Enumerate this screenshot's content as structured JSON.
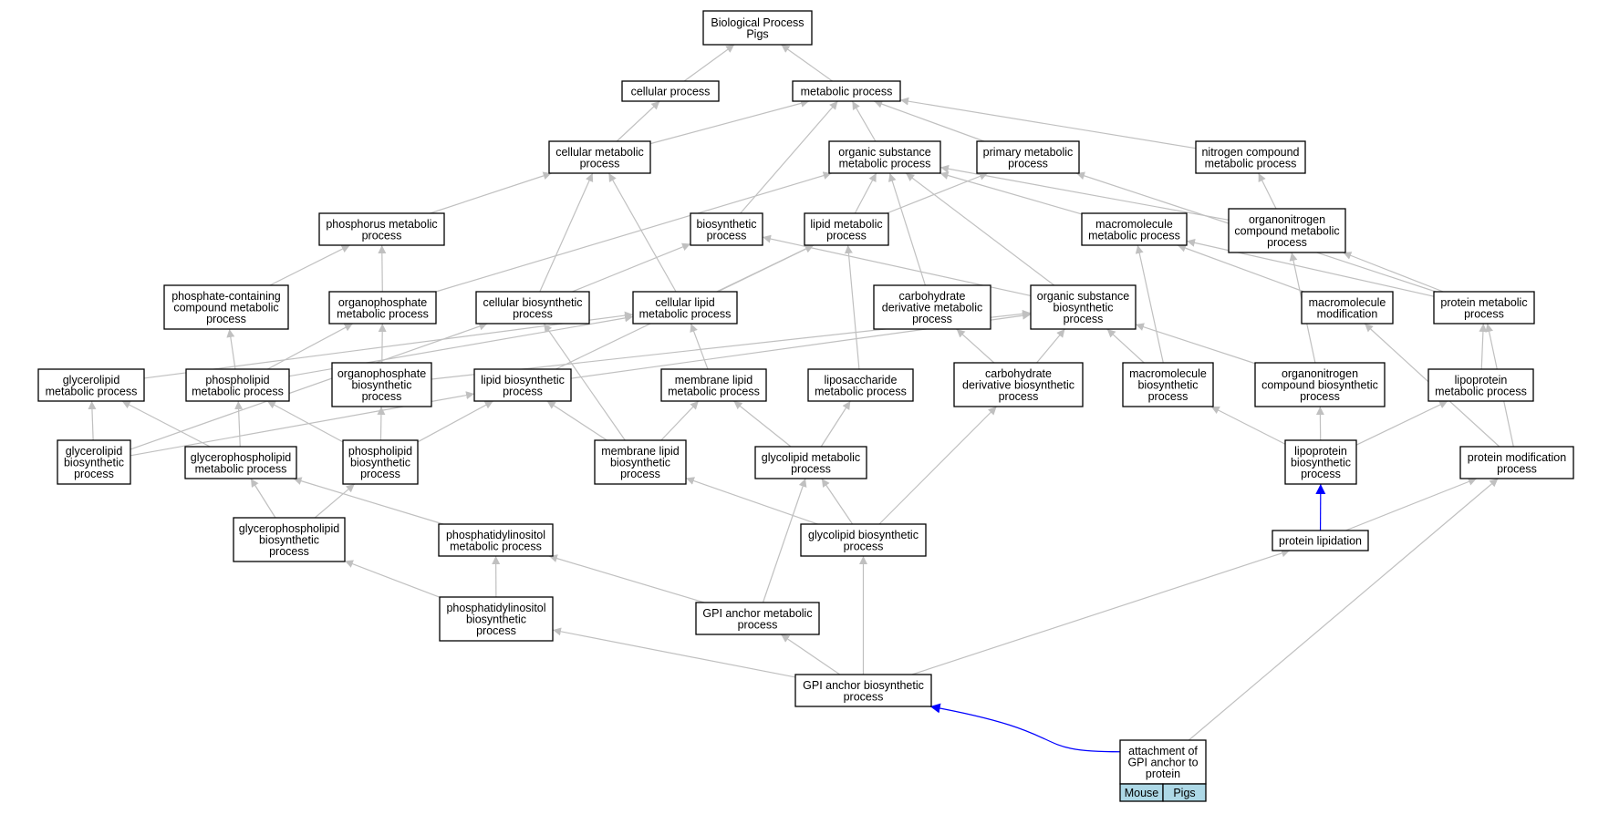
{
  "colors": {
    "edge": "#c0c0c0",
    "highlight": "#0000ff",
    "legend_fill": "#add8e6"
  },
  "nodes": [
    {
      "id": "bp",
      "lines": [
        "Biological Process",
        "Pigs"
      ]
    },
    {
      "id": "cp",
      "lines": [
        "cellular process"
      ]
    },
    {
      "id": "mp",
      "lines": [
        "metabolic process"
      ]
    },
    {
      "id": "cmp",
      "lines": [
        "cellular metabolic",
        "process"
      ]
    },
    {
      "id": "osmp",
      "lines": [
        "organic substance",
        "metabolic process"
      ]
    },
    {
      "id": "pmp",
      "lines": [
        "primary metabolic",
        "process"
      ]
    },
    {
      "id": "ncmp",
      "lines": [
        "nitrogen compound",
        "metabolic process"
      ]
    },
    {
      "id": "phmp",
      "lines": [
        "phosphorus metabolic",
        "process"
      ]
    },
    {
      "id": "bsp",
      "lines": [
        "biosynthetic",
        "process"
      ]
    },
    {
      "id": "lmp",
      "lines": [
        "lipid metabolic",
        "process"
      ]
    },
    {
      "id": "mmp",
      "lines": [
        "macromolecule",
        "metabolic process"
      ]
    },
    {
      "id": "oncmp",
      "lines": [
        "organonitrogen",
        "compound metabolic",
        "process"
      ]
    },
    {
      "id": "pccmp",
      "lines": [
        "phosphate-containing",
        "compound metabolic",
        "process"
      ]
    },
    {
      "id": "opmp",
      "lines": [
        "organophosphate",
        "metabolic process"
      ]
    },
    {
      "id": "cbp",
      "lines": [
        "cellular biosynthetic",
        "process"
      ]
    },
    {
      "id": "clmp",
      "lines": [
        "cellular lipid",
        "metabolic process"
      ]
    },
    {
      "id": "cdmp",
      "lines": [
        "carbohydrate",
        "derivative metabolic",
        "process"
      ]
    },
    {
      "id": "osbp",
      "lines": [
        "organic substance",
        "biosynthetic",
        "process"
      ]
    },
    {
      "id": "mm",
      "lines": [
        "macromolecule",
        "modification"
      ]
    },
    {
      "id": "prmp",
      "lines": [
        "protein metabolic",
        "process"
      ]
    },
    {
      "id": "glmp",
      "lines": [
        "glycerolipid",
        "metabolic process"
      ]
    },
    {
      "id": "plmp",
      "lines": [
        "phospholipid",
        "metabolic process"
      ]
    },
    {
      "id": "opbp",
      "lines": [
        "organophosphate",
        "biosynthetic",
        "process"
      ]
    },
    {
      "id": "lbp",
      "lines": [
        "lipid biosynthetic",
        "process"
      ]
    },
    {
      "id": "mlmp",
      "lines": [
        "membrane lipid",
        "metabolic process"
      ]
    },
    {
      "id": "lsmp",
      "lines": [
        "liposaccharide",
        "metabolic process"
      ]
    },
    {
      "id": "cdbp",
      "lines": [
        "carbohydrate",
        "derivative biosynthetic",
        "process"
      ]
    },
    {
      "id": "mbp",
      "lines": [
        "macromolecule",
        "biosynthetic",
        "process"
      ]
    },
    {
      "id": "oncbp",
      "lines": [
        "organonitrogen",
        "compound biosynthetic",
        "process"
      ]
    },
    {
      "id": "lpmp",
      "lines": [
        "lipoprotein",
        "metabolic process"
      ]
    },
    {
      "id": "glbp",
      "lines": [
        "glycerolipid",
        "biosynthetic",
        "process"
      ]
    },
    {
      "id": "gpmp",
      "lines": [
        "glycerophospholipid",
        "metabolic process"
      ]
    },
    {
      "id": "plbp",
      "lines": [
        "phospholipid",
        "biosynthetic",
        "process"
      ]
    },
    {
      "id": "mlbp",
      "lines": [
        "membrane lipid",
        "biosynthetic",
        "process"
      ]
    },
    {
      "id": "gcmp",
      "lines": [
        "glycolipid metabolic",
        "process"
      ]
    },
    {
      "id": "lpbp",
      "lines": [
        "lipoprotein",
        "biosynthetic",
        "process"
      ]
    },
    {
      "id": "pmod",
      "lines": [
        "protein modification",
        "process"
      ]
    },
    {
      "id": "gpbp",
      "lines": [
        "glycerophospholipid",
        "biosynthetic",
        "process"
      ]
    },
    {
      "id": "pimp",
      "lines": [
        "phosphatidylinositol",
        "metabolic process"
      ]
    },
    {
      "id": "gcbp",
      "lines": [
        "glycolipid biosynthetic",
        "process"
      ]
    },
    {
      "id": "plip",
      "lines": [
        "protein lipidation"
      ]
    },
    {
      "id": "pibp",
      "lines": [
        "phosphatidylinositol",
        "biosynthetic",
        "process"
      ]
    },
    {
      "id": "gpiamp",
      "lines": [
        "GPI anchor metabolic",
        "process"
      ]
    },
    {
      "id": "gpiabp",
      "lines": [
        "GPI anchor biosynthetic",
        "process"
      ]
    },
    {
      "id": "attach",
      "lines": [
        "attachment of",
        "GPI anchor to",
        "protein"
      ]
    }
  ],
  "edges": [
    {
      "from": "cp",
      "to": "bp"
    },
    {
      "from": "mp",
      "to": "bp"
    },
    {
      "from": "cmp",
      "to": "cp"
    },
    {
      "from": "cmp",
      "to": "mp"
    },
    {
      "from": "osmp",
      "to": "mp"
    },
    {
      "from": "pmp",
      "to": "mp"
    },
    {
      "from": "ncmp",
      "to": "mp"
    },
    {
      "from": "phmp",
      "to": "cmp"
    },
    {
      "from": "bsp",
      "to": "mp"
    },
    {
      "from": "lmp",
      "to": "osmp"
    },
    {
      "from": "lmp",
      "to": "pmp"
    },
    {
      "from": "mmp",
      "to": "osmp"
    },
    {
      "from": "oncmp",
      "to": "osmp"
    },
    {
      "from": "oncmp",
      "to": "ncmp"
    },
    {
      "from": "pccmp",
      "to": "phmp"
    },
    {
      "from": "opmp",
      "to": "phmp"
    },
    {
      "from": "opmp",
      "to": "osmp"
    },
    {
      "from": "cbp",
      "to": "cmp"
    },
    {
      "from": "cbp",
      "to": "bsp"
    },
    {
      "from": "clmp",
      "to": "cmp"
    },
    {
      "from": "clmp",
      "to": "lmp"
    },
    {
      "from": "cdmp",
      "to": "osmp"
    },
    {
      "from": "osbp",
      "to": "osmp"
    },
    {
      "from": "osbp",
      "to": "bsp"
    },
    {
      "from": "mm",
      "to": "mmp"
    },
    {
      "from": "prmp",
      "to": "pmp"
    },
    {
      "from": "prmp",
      "to": "mmp"
    },
    {
      "from": "prmp",
      "to": "oncmp"
    },
    {
      "from": "glmp",
      "to": "clmp"
    },
    {
      "from": "plmp",
      "to": "pccmp"
    },
    {
      "from": "plmp",
      "to": "opmp"
    },
    {
      "from": "plmp",
      "to": "clmp"
    },
    {
      "from": "opbp",
      "to": "opmp"
    },
    {
      "from": "opbp",
      "to": "osbp"
    },
    {
      "from": "lbp",
      "to": "lmp"
    },
    {
      "from": "lbp",
      "to": "osbp"
    },
    {
      "from": "mlmp",
      "to": "clmp"
    },
    {
      "from": "lsmp",
      "to": "lmp"
    },
    {
      "from": "cdbp",
      "to": "cdmp"
    },
    {
      "from": "cdbp",
      "to": "osbp"
    },
    {
      "from": "mbp",
      "to": "mmp"
    },
    {
      "from": "mbp",
      "to": "osbp"
    },
    {
      "from": "oncbp",
      "to": "oncmp"
    },
    {
      "from": "oncbp",
      "to": "osbp"
    },
    {
      "from": "lpmp",
      "to": "prmp"
    },
    {
      "from": "glbp",
      "to": "glmp"
    },
    {
      "from": "glbp",
      "to": "lbp"
    },
    {
      "from": "glbp",
      "to": "cbp"
    },
    {
      "from": "gpmp",
      "to": "glmp"
    },
    {
      "from": "gpmp",
      "to": "plmp"
    },
    {
      "from": "plbp",
      "to": "plmp"
    },
    {
      "from": "plbp",
      "to": "opbp"
    },
    {
      "from": "plbp",
      "to": "lbp"
    },
    {
      "from": "mlbp",
      "to": "mlmp"
    },
    {
      "from": "mlbp",
      "to": "lbp"
    },
    {
      "from": "mlbp",
      "to": "cbp"
    },
    {
      "from": "gcmp",
      "to": "mlmp"
    },
    {
      "from": "gcmp",
      "to": "lsmp"
    },
    {
      "from": "lpbp",
      "to": "lpmp"
    },
    {
      "from": "lpbp",
      "to": "mbp"
    },
    {
      "from": "lpbp",
      "to": "oncbp"
    },
    {
      "from": "pmod",
      "to": "mm"
    },
    {
      "from": "pmod",
      "to": "prmp"
    },
    {
      "from": "gpbp",
      "to": "gpmp"
    },
    {
      "from": "gpbp",
      "to": "plbp"
    },
    {
      "from": "pimp",
      "to": "gpmp"
    },
    {
      "from": "gcbp",
      "to": "gcmp"
    },
    {
      "from": "gcbp",
      "to": "mlbp"
    },
    {
      "from": "gcbp",
      "to": "cdbp"
    },
    {
      "from": "plip",
      "to": "lpbp",
      "highlight": true
    },
    {
      "from": "plip",
      "to": "pmod"
    },
    {
      "from": "pibp",
      "to": "pimp"
    },
    {
      "from": "pibp",
      "to": "gpbp"
    },
    {
      "from": "gpiamp",
      "to": "pimp"
    },
    {
      "from": "gpiamp",
      "to": "gcmp"
    },
    {
      "from": "gpiabp",
      "to": "pibp"
    },
    {
      "from": "gpiabp",
      "to": "gpiamp"
    },
    {
      "from": "gpiabp",
      "to": "gcbp"
    },
    {
      "from": "gpiabp",
      "to": "plip"
    },
    {
      "from": "attach",
      "to": "gpiabp",
      "highlight": true
    },
    {
      "from": "attach",
      "to": "pmod"
    }
  ],
  "legend": [
    "Mouse",
    "Pigs"
  ]
}
